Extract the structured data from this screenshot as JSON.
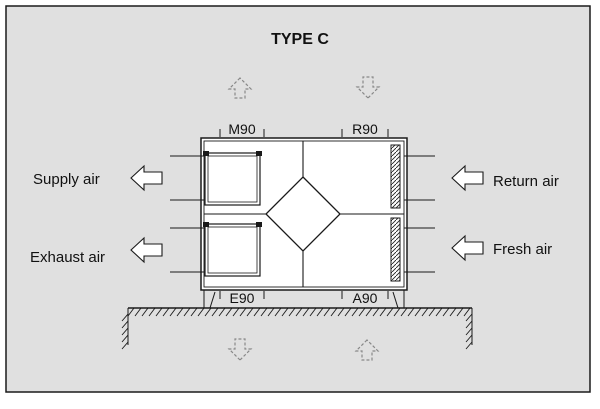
{
  "diagram": {
    "title": "TYPE C",
    "colors": {
      "panel": "#e0e0e0",
      "line": "#1a1a1a",
      "dashed": "#888888",
      "unit_fill": "#ffffff"
    },
    "ports": {
      "top_left": "M90",
      "top_right": "R90",
      "bottom_left": "E90",
      "bottom_right": "A90"
    },
    "labels": {
      "supply": "Supply air",
      "exhaust": "Exhaust air",
      "return": "Return air",
      "fresh": "Fresh air"
    }
  }
}
